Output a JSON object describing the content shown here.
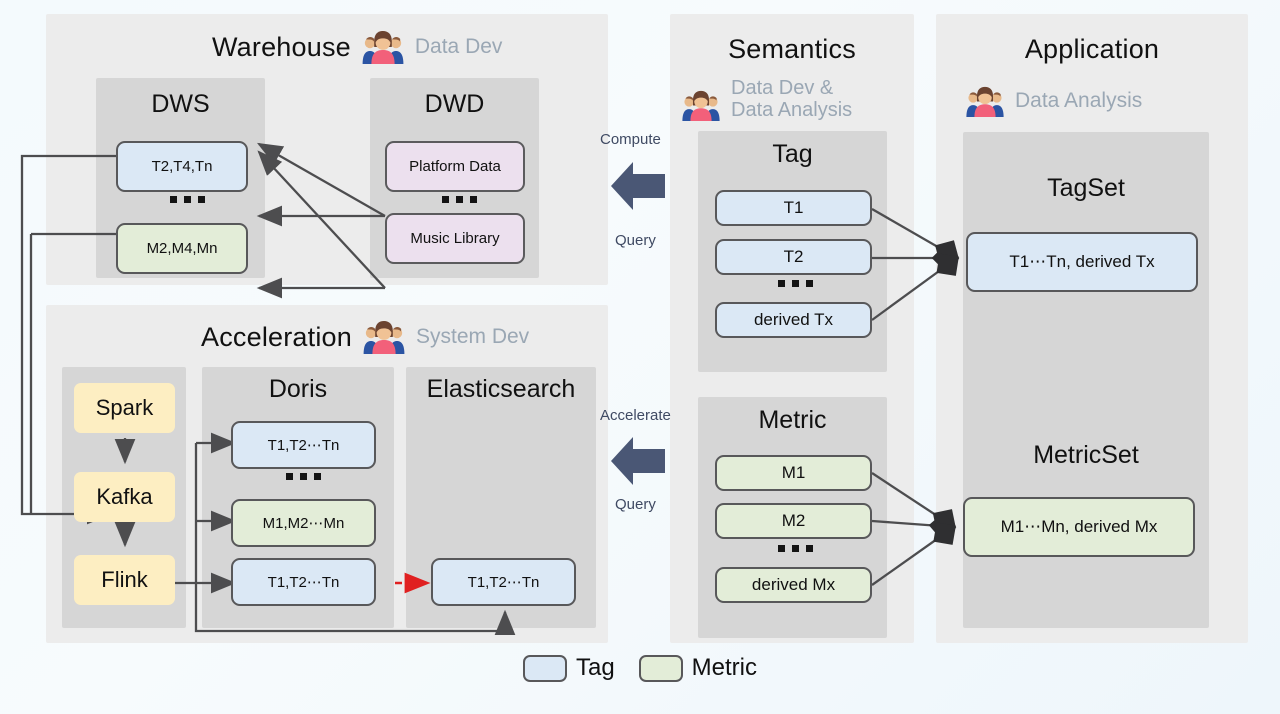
{
  "background": {
    "base_color": "#f4fafd"
  },
  "palette": {
    "panel_bg": "#ececec",
    "subpanel_bg": "#d6d6d6",
    "tag_fill": "#dbe8f5",
    "metric_fill": "#e3edd8",
    "source_fill": "#ece0ee",
    "process_fill": "#fdeec2",
    "node_border": "#58585a",
    "arrow_stroke": "#4d4d4f",
    "accent_arrow": "#4a5775",
    "dashed_arrow": "#e02020",
    "role_text": "#9aa7b4"
  },
  "panels": [
    {
      "id": "warehouse",
      "title": "Warehouse",
      "role": "Data Dev",
      "icon": "people-group-icon",
      "groups": [
        {
          "id": "dws",
          "title": "DWS",
          "nodes": [
            {
              "label": "T2,T4,Tn",
              "kind": "tag"
            },
            {
              "label": "M2,M4,Mn",
              "kind": "metric"
            }
          ],
          "ellipsis": true
        },
        {
          "id": "dwd",
          "title": "DWD",
          "nodes": [
            {
              "label": "Platform Data",
              "kind": "source"
            },
            {
              "label": "Music Library",
              "kind": "source"
            }
          ],
          "ellipsis": true
        }
      ]
    },
    {
      "id": "acceleration",
      "title": "Acceleration",
      "role": "System Dev",
      "icon": "people-group-icon",
      "groups": [
        {
          "id": "pipeline",
          "title": "",
          "nodes": [
            {
              "label": "Spark",
              "kind": "process"
            },
            {
              "label": "Kafka",
              "kind": "process"
            },
            {
              "label": "Flink",
              "kind": "process"
            }
          ],
          "ellipsis": false
        },
        {
          "id": "doris",
          "title": "Doris",
          "nodes": [
            {
              "label": "T1,T2⋯Tn",
              "kind": "tag"
            },
            {
              "label": "M1,M2⋯Mn",
              "kind": "metric"
            },
            {
              "label": "T1,T2⋯Tn",
              "kind": "tag"
            }
          ],
          "ellipsis": true
        },
        {
          "id": "elasticsearch",
          "title": "Elasticsearch",
          "nodes": [
            {
              "label": "T1,T2⋯Tn",
              "kind": "tag"
            }
          ],
          "ellipsis": false
        }
      ]
    },
    {
      "id": "semantics",
      "title": "Semantics",
      "role_line1": "Data Dev &",
      "role_line2": "Data Analysis",
      "icon": "people-group-icon",
      "groups": [
        {
          "id": "tag",
          "title": "Tag",
          "nodes": [
            {
              "label": "T1",
              "kind": "tag"
            },
            {
              "label": "T2",
              "kind": "tag"
            },
            {
              "label": "derived Tx",
              "kind": "tag"
            }
          ],
          "ellipsis": true
        },
        {
          "id": "metric",
          "title": "Metric",
          "nodes": [
            {
              "label": "M1",
              "kind": "metric"
            },
            {
              "label": "M2",
              "kind": "metric"
            },
            {
              "label": "derived Mx",
              "kind": "metric"
            }
          ],
          "ellipsis": true
        }
      ]
    },
    {
      "id": "application",
      "title": "Application",
      "role": "Data Analysis",
      "icon": "people-group-icon",
      "groups": [
        {
          "id": "tagset",
          "title": "TagSet",
          "nodes": [
            {
              "label": "T1⋯Tn, derived Tx",
              "kind": "tag"
            }
          ],
          "ellipsis": false
        },
        {
          "id": "metricset",
          "title": "MetricSet",
          "nodes": [
            {
              "label": "M1⋯Mn, derived Mx",
              "kind": "metric"
            }
          ],
          "ellipsis": false
        }
      ]
    }
  ],
  "flow_arrows": [
    {
      "id": "compute-query",
      "top_label": "Compute",
      "bottom_label": "Query",
      "direction": "left"
    },
    {
      "id": "accelerate-query",
      "top_label": "Accelerate",
      "bottom_label": "Query",
      "direction": "left"
    }
  ],
  "legend": {
    "items": [
      {
        "label": "Tag",
        "kind": "tag"
      },
      {
        "label": "Metric",
        "kind": "metric"
      }
    ]
  }
}
